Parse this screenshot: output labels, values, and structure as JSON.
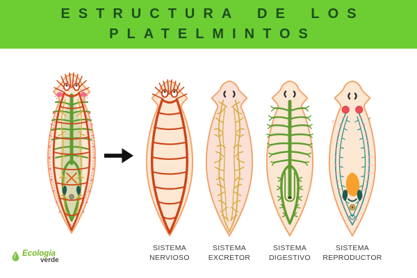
{
  "theme": {
    "header_bg": "#6CCE33",
    "header_text": "#1E4D1E",
    "body_bg": "#FFFFFF",
    "label_text": "#3B3B3B",
    "nervous_color": "#CC4418",
    "excretory_color": "#D4AC3E",
    "digestive_color": "#5E9C30",
    "reproductive_teal": "#2F8B85",
    "reproductive_pink": "#F0708A",
    "reproductive_red": "#EF4D58",
    "reproductive_orange": "#F6A02D",
    "body_fill": "#FBE7D2",
    "body_outline": "#F2A267",
    "arrow_color": "#111111",
    "logo_green": "#76B82A",
    "logo_dark": "#45453C"
  },
  "header": {
    "title_line1": "ESTRUCTURA DE LOS",
    "title_line2": "PLATELMINTOS"
  },
  "figure": {
    "overview": {
      "name": "flatworm-all-systems"
    },
    "arrow": {
      "glyph": "right-arrow"
    },
    "systems": [
      {
        "id": "nervioso",
        "line1": "SISTEMA",
        "line2": "NERVIOSO",
        "organ_color": "#CC4418"
      },
      {
        "id": "excretor",
        "line1": "SISTEMA",
        "line2": "EXCRETOR",
        "organ_color": "#D4AC3E"
      },
      {
        "id": "digestivo",
        "line1": "SISTEMA",
        "line2": "DIGESTIVO",
        "organ_color": "#5E9C30"
      },
      {
        "id": "reproductor",
        "line1": "SISTEMA",
        "line2": "REPRODUCTOR",
        "organ_color": "#2F8B85"
      }
    ]
  },
  "logo": {
    "brand_line1": "Ecología",
    "brand_line2": "verde"
  }
}
